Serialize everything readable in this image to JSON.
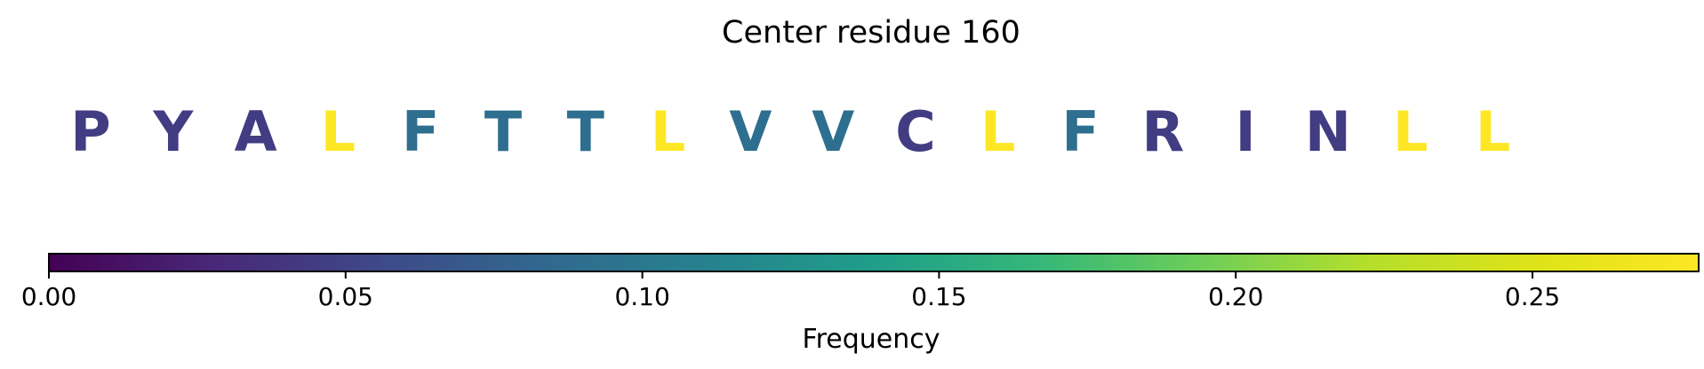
{
  "chart_data": {
    "type": "table",
    "title": "Center residue 160",
    "residues": [
      {
        "letter": "P",
        "frequency": 0.045
      },
      {
        "letter": "Y",
        "frequency": 0.045
      },
      {
        "letter": "A",
        "frequency": 0.045
      },
      {
        "letter": "L",
        "frequency": 0.278
      },
      {
        "letter": "F",
        "frequency": 0.09
      },
      {
        "letter": "T",
        "frequency": 0.09
      },
      {
        "letter": "T",
        "frequency": 0.09
      },
      {
        "letter": "L",
        "frequency": 0.278
      },
      {
        "letter": "V",
        "frequency": 0.09
      },
      {
        "letter": "V",
        "frequency": 0.09
      },
      {
        "letter": "C",
        "frequency": 0.045
      },
      {
        "letter": "L",
        "frequency": 0.278
      },
      {
        "letter": "F",
        "frequency": 0.09
      },
      {
        "letter": "R",
        "frequency": 0.045
      },
      {
        "letter": "I",
        "frequency": 0.045
      },
      {
        "letter": "N",
        "frequency": 0.045
      },
      {
        "letter": "L",
        "frequency": 0.278
      },
      {
        "letter": "L",
        "frequency": 0.278
      }
    ],
    "colorbar": {
      "label": "Frequency",
      "colormap": "viridis",
      "range": [
        0,
        0.278
      ],
      "ticks": [
        0.0,
        0.05,
        0.1,
        0.15,
        0.2,
        0.25
      ],
      "tick_labels": [
        "0.00",
        "0.05",
        "0.10",
        "0.15",
        "0.20",
        "0.25"
      ]
    }
  }
}
